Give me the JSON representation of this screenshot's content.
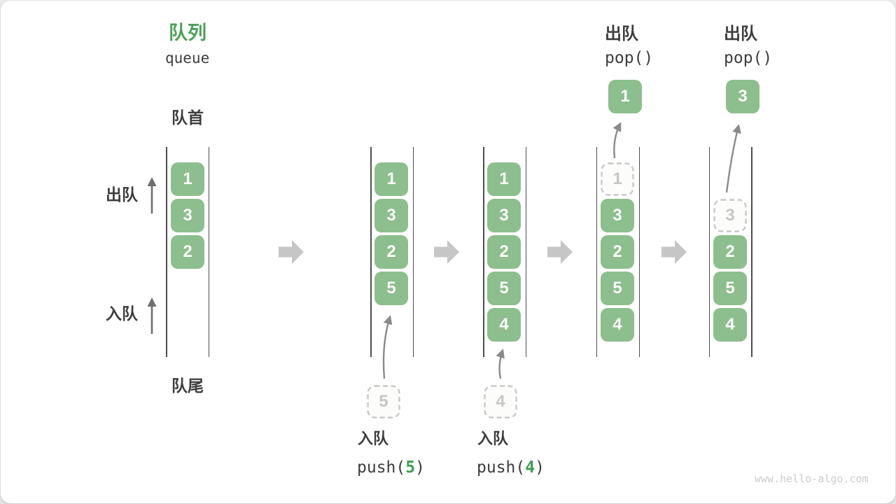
{
  "title": {
    "zh": "队列",
    "en": "queue"
  },
  "labels": {
    "front": "队首",
    "rear": "队尾",
    "dequeue": "出队",
    "enqueue": "入队"
  },
  "states": [
    {
      "name": "initial",
      "boxes": [
        {
          "value": "1"
        },
        {
          "value": "3"
        },
        {
          "value": "2"
        }
      ]
    },
    {
      "name": "after-push-5",
      "boxes": [
        {
          "value": "1"
        },
        {
          "value": "3"
        },
        {
          "value": "2"
        },
        {
          "value": "5"
        }
      ],
      "incoming": {
        "value": "5"
      }
    },
    {
      "name": "after-push-4",
      "boxes": [
        {
          "value": "1"
        },
        {
          "value": "3"
        },
        {
          "value": "2"
        },
        {
          "value": "5"
        },
        {
          "value": "4"
        }
      ],
      "incoming": {
        "value": "4"
      }
    },
    {
      "name": "pop-first",
      "boxes": [
        {
          "value": "1",
          "dashed": true
        },
        {
          "value": "3"
        },
        {
          "value": "2"
        },
        {
          "value": "5"
        },
        {
          "value": "4"
        }
      ],
      "popped": {
        "value": "1"
      }
    },
    {
      "name": "pop-second",
      "boxes": [
        {
          "value": "3",
          "dashed": true
        },
        {
          "value": "2"
        },
        {
          "value": "5"
        },
        {
          "value": "4"
        }
      ],
      "popped": {
        "value": "3"
      }
    }
  ],
  "operations": {
    "push5": {
      "label": "入队",
      "fn": "push(",
      "arg": "5",
      "close": ")"
    },
    "push4": {
      "label": "入队",
      "fn": "push(",
      "arg": "4",
      "close": ")"
    },
    "pop1": {
      "label": "出队",
      "code": "pop()"
    },
    "pop2": {
      "label": "出队",
      "code": "pop()"
    }
  },
  "colors": {
    "box_green": "#8dbe8d",
    "title_green": "#4ba158",
    "arg_green": "#3f9e4e",
    "text_dark": "#3d3d3d",
    "column_line": "#4d4d4d",
    "curved_arrow": "#8a8a8a",
    "block_arrow": "#c6c6c6",
    "dashed_gray": "#c9c9c9",
    "watermark_gray": "#cbcbcb"
  },
  "watermark": "www.hello-algo.com"
}
